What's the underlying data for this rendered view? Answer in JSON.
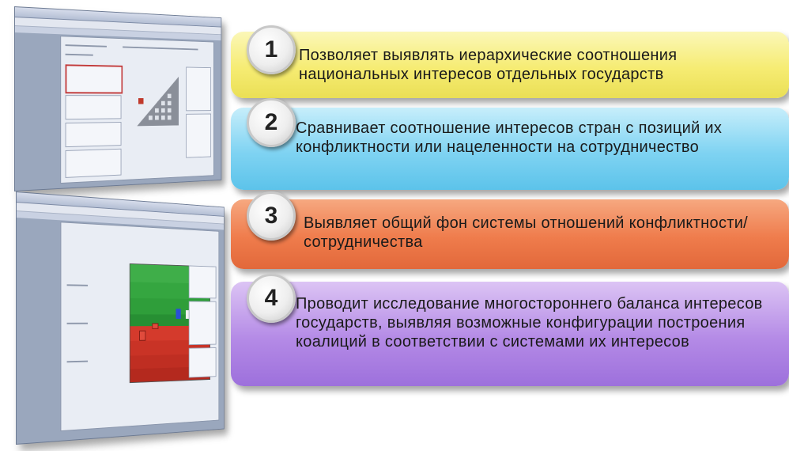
{
  "items": [
    {
      "number": "1",
      "text": "Позволяет выявлять иерархические соотношения национальных интересов отдельных государств"
    },
    {
      "number": "2",
      "text": "Сравнивает соотношение  интересов стран с позиций их конфликтности или нацеленности на сотрудничество"
    },
    {
      "number": "3",
      "text": "Выявляет общий фон системы отношений конфликтности/сотрудничества"
    },
    {
      "number": "4",
      "text": "Проводит исследование многостороннего баланса интересов государств, выявляя возможные конфигурации построения коалиций в соответствии с системами их интересов"
    }
  ],
  "colors": {
    "card_1": "#f6ec73",
    "card_2": "#7fd3f2",
    "card_3": "#ef7c4c",
    "card_4": "#b48ae6",
    "chart_green": "#2f9e3a",
    "chart_red": "#d43a2c"
  }
}
